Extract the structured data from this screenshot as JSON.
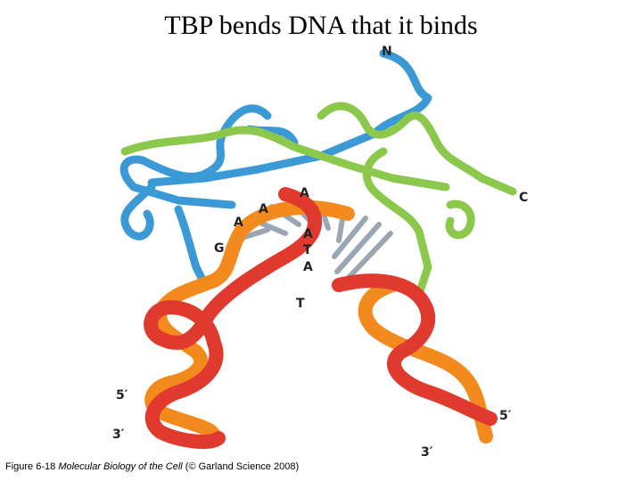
{
  "slide": {
    "title": "TBP bends DNA that it binds"
  },
  "figure": {
    "terminus_labels": {
      "n": "N",
      "c": "C"
    },
    "strand_labels": {
      "left_5": "5′",
      "left_3": "3′",
      "right_5": "5′",
      "right_3": "3′"
    },
    "bases": [
      "A",
      "A",
      "A",
      "G",
      "A",
      "T",
      "A",
      "T"
    ],
    "colors": {
      "tbp_left": "#3b9ad6",
      "tbp_right": "#8cc84b",
      "strand_orange": "#f28a1e",
      "strand_red": "#e03a2e",
      "base_pair": "#9aa6b2"
    }
  },
  "caption": {
    "prefix": "Figure 6-18 ",
    "book": "Molecular Biology of the Cell",
    "suffix": " (© Garland Science 2008)"
  }
}
